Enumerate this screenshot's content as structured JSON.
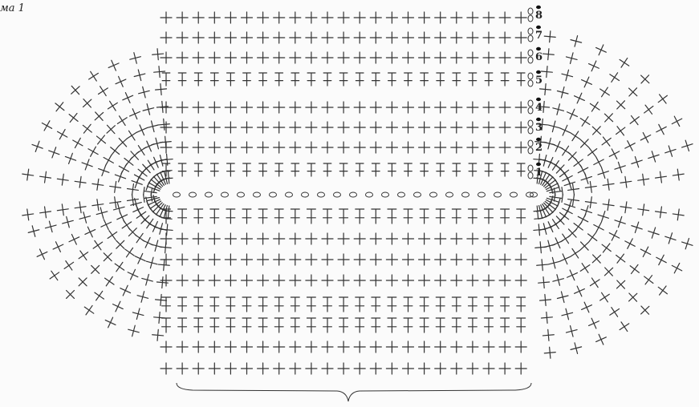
{
  "title": "ма 1",
  "row_numbers": [
    "8",
    "7",
    "6",
    "5",
    "4",
    "3",
    "2",
    "1"
  ],
  "legend": {
    "symbols": [
      "single-crochet",
      "half-double-crochet",
      "chain",
      "slip-stitch"
    ]
  },
  "colors": {
    "ink": "#333333",
    "paper": "#fbfbfb",
    "dot": "#111111"
  },
  "counts": {
    "foundation_chains": 23
  }
}
